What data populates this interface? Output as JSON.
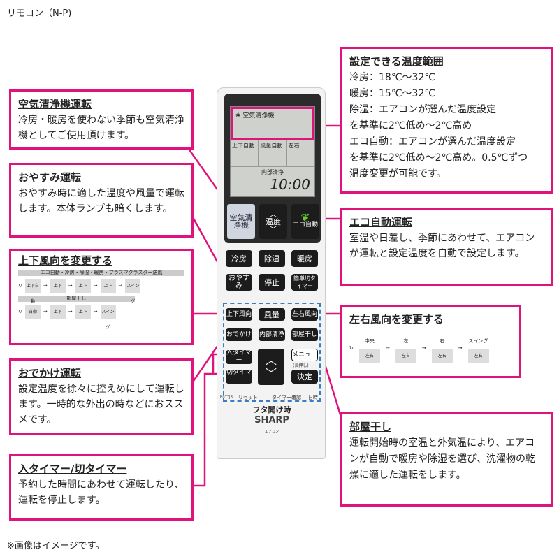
{
  "header": {
    "title": "リモコン（N-P)"
  },
  "footer": {
    "note": "※画像はイメージです。"
  },
  "accent_color": "#e0127b",
  "remote": {
    "lcd": {
      "title": "空気清浄機",
      "vertical": "上下自動",
      "fan": "風量自動",
      "horizontal": "左右",
      "internal": "内部清浄",
      "time": "10:00"
    },
    "buttons": {
      "air_purifier": "空気清浄機",
      "temp": "温度",
      "eco": "エコ自動",
      "cool": "冷房",
      "dehumidify": "除湿",
      "heat": "暖房",
      "sleep": "おやすみ",
      "stop": "停止",
      "simple_off_timer": "簡単切タイマー",
      "vertical": "上下風向",
      "fan": "風量",
      "horizontal": "左右風向",
      "outing": "おでかけ",
      "internal_clean": "内部清浄",
      "room_dry": "部屋干し",
      "on_timer": "入タイマー",
      "off_timer": "切タイマー",
      "menu": "メニュー",
      "menu_sub": "(長押し)",
      "ok": "決定",
      "reset": "リセット",
      "timer_check": "タイマー確認",
      "clock": "日時"
    },
    "model": "B077JB",
    "lid_label": "フタ開け時",
    "brand": "SHARP",
    "product": "エアコン"
  },
  "callouts": {
    "air_purifier": {
      "title": "空気清浄機運転",
      "text": "冷房・暖房を使わない季節も空気清浄機としてご使用頂けます。"
    },
    "sleep": {
      "title": "おやすみ運転",
      "text": "おやすみ時に適した温度や風量で運転します。本体ランプも暗くします。"
    },
    "vertical": {
      "title": "上下風向を変更する",
      "group1": "エコ自動・冷房・除湿・暖房・プラズマクラスター送風",
      "group2": "部屋干し",
      "auto": "自動",
      "auto_label": "上下自動",
      "step": "上下",
      "swing": "スイング"
    },
    "outing": {
      "title": "おでかけ運転",
      "text": "設定温度を徐々に控えめにして運転します。一時的な外出の時などにおススメです。"
    },
    "timer": {
      "title": "入タイマー/切タイマー",
      "text": "予約した時間にあわせて運転したり、運転を停止します。"
    },
    "temp_range": {
      "title": "設定できる温度範囲",
      "lines": [
        "冷房：18℃～32℃",
        "暖房：15℃～32℃",
        "除湿：エアコンが選んだ温度設定",
        "を基準に2℃低め～2℃高め",
        "エコ自動：エアコンが選んだ温度設定",
        "を基準に2℃低め～2℃高め。0.5℃ずつ",
        "温度変更が可能です。"
      ]
    },
    "eco": {
      "title": "エコ自動運転",
      "text": "室温や日差し、季節にあわせて、エアコンが運転と設定温度を自動で設定します。"
    },
    "horizontal": {
      "title": "左右風向を変更する",
      "steps": [
        "中央",
        "左",
        "右",
        "スイング"
      ],
      "cell": "左右"
    },
    "room_dry": {
      "title": "部屋干し",
      "text": "運転開始時の室温と外気温により、エアコンが自動で暖房や除湿を選び、洗濯物の乾燥に適した運転をします。"
    }
  }
}
